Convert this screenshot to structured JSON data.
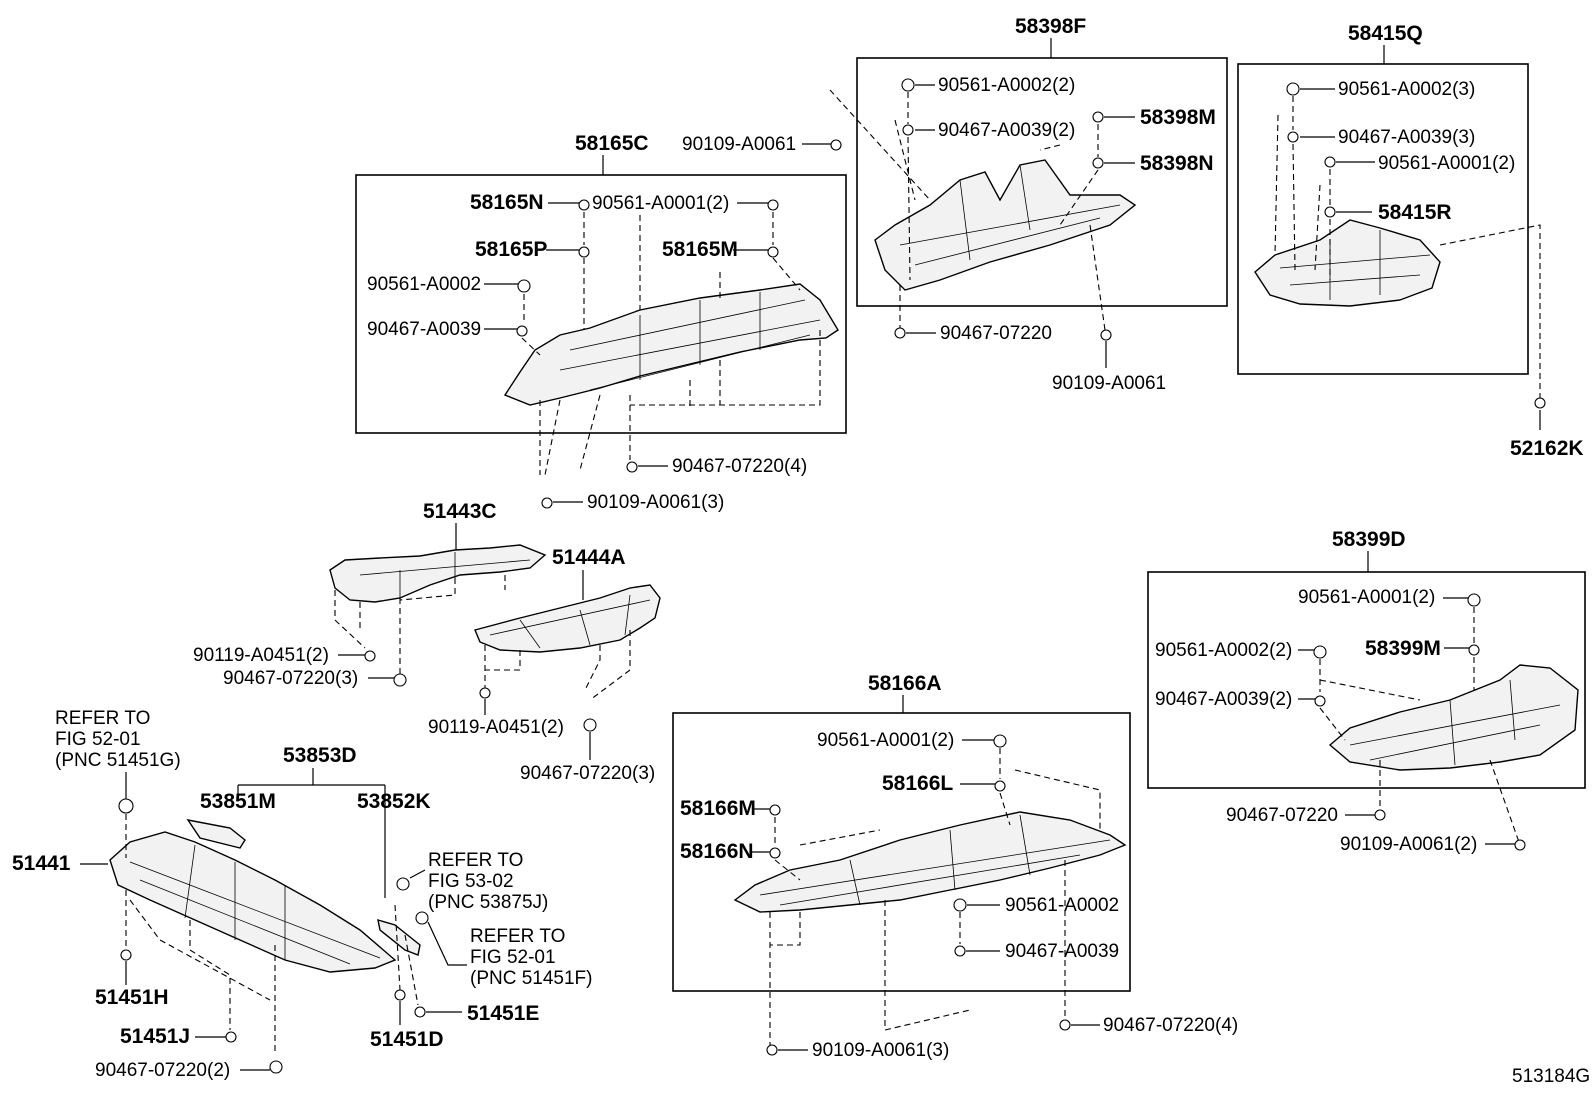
{
  "diagram_id": "513184G",
  "groups": {
    "58165C": {
      "title": "58165C",
      "labels": [
        "58165N",
        "90561-A0001(2)",
        "58165P",
        "58165M",
        "90561-A0002",
        "90467-A0039"
      ],
      "outside": [
        "90109-A0061",
        "90467-07220(4)",
        "90109-A0061(3)"
      ]
    },
    "58398F": {
      "title": "58398F",
      "labels": [
        "90561-A0002(2)",
        "90467-A0039(2)",
        "58398M",
        "58398N"
      ],
      "outside": [
        "90467-07220",
        "90109-A0061"
      ]
    },
    "58415Q": {
      "title": "58415Q",
      "labels": [
        "90561-A0002(3)",
        "90467-A0039(3)",
        "90561-A0001(2)",
        "58415R"
      ],
      "outside": [
        "52162K"
      ]
    },
    "51443C": {
      "title": "51443C",
      "labels": [
        "90119-A0451(2)",
        "90467-07220(3)"
      ]
    },
    "51444A": {
      "title": "51444A",
      "labels": [
        "90119-A0451(2)",
        "90467-07220(3)"
      ]
    },
    "58399D": {
      "title": "58399D",
      "labels": [
        "90561-A0001(2)",
        "90561-A0002(2)",
        "58399M",
        "90467-A0039(2)"
      ],
      "outside": [
        "90467-07220",
        "90109-A0061(2)"
      ]
    },
    "58166A": {
      "title": "58166A",
      "labels": [
        "90561-A0001(2)",
        "58166L",
        "58166M",
        "58166N",
        "90561-A0002",
        "90467-A0039"
      ],
      "outside": [
        "90467-07220(4)",
        "90109-A0061(3)"
      ]
    },
    "front": {
      "refer1": [
        "REFER TO",
        "FIG 52-01",
        "(PNC 51451G)"
      ],
      "group": "53853D",
      "labels": [
        "53851M",
        "53852K",
        "51441",
        "51451H",
        "51451J",
        "90467-07220(2)",
        "51451D",
        "51451E"
      ],
      "refer2": [
        "REFER TO",
        "FIG 53-02",
        "(PNC 53875J)"
      ],
      "refer3": [
        "REFER TO",
        "FIG 52-01",
        "(PNC 51451F)"
      ]
    }
  }
}
